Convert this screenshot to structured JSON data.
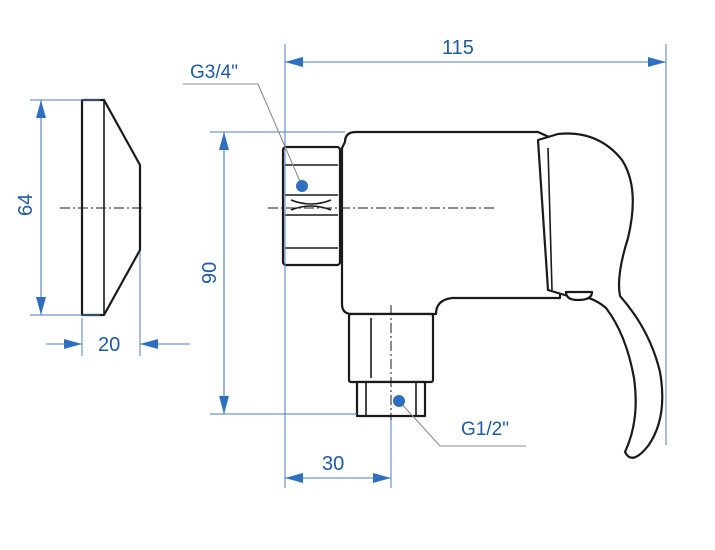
{
  "dimensions": {
    "overall_length": "115",
    "flange_height": "64",
    "flange_width": "20",
    "body_height": "90",
    "outlet_offset": "30"
  },
  "thread_labels": {
    "inlet": "G3/4\"",
    "outlet": "G1/2\""
  },
  "colors": {
    "dimension": "#2f6fc0",
    "dimension_text": "#1f5aa6",
    "outline": "#1a1a1a",
    "leader": "#8c8c8c"
  }
}
